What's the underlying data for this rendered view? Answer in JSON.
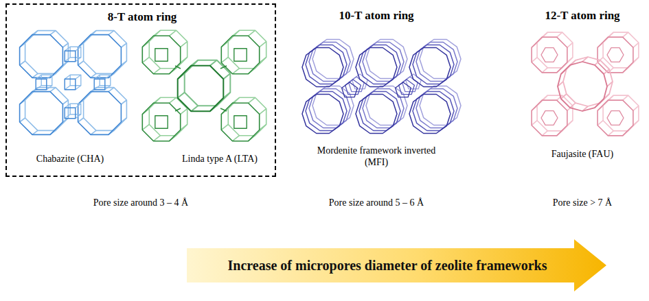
{
  "diagram": {
    "nodes": [
      {
        "text": [
          "8-T atom ring",
          "Chabazite (CHA)",
          "Linda type A (LTA)"
        ]
      },
      {
        "text": [
          "Increase of micropores diameter of zeolite frameworks"
        ]
      }
    ],
    "labels": [
      "10-T atom ring",
      "Mordenite framework inverted (MFI)",
      "12-T atom ring",
      "Faujasite (FAU)",
      "Pore size around 3 – 4 Å",
      "Pore size around 5 – 6 Å",
      "Pore size > 7 Å"
    ]
  }
}
